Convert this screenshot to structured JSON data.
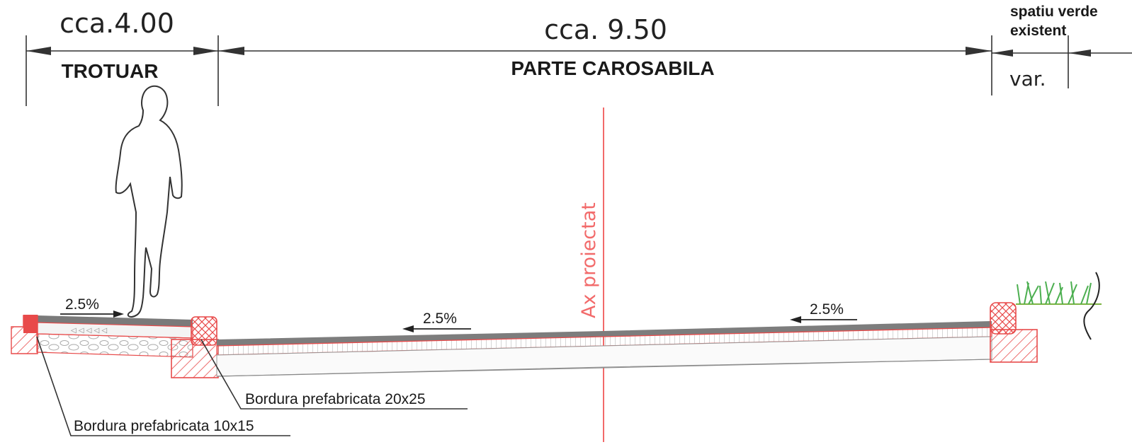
{
  "dimensions": {
    "sidewalk_width": "cca.4.00",
    "roadway_width": "cca. 9.50",
    "green_width": "var."
  },
  "labels": {
    "sidewalk": "TROTUAR",
    "roadway": "PARTE CAROSABILA",
    "green_line1": "spatiu verde",
    "green_line2": "existent",
    "axis": "Ax proiectat"
  },
  "slopes": {
    "sidewalk": "2.5%",
    "road_left": "2.5%",
    "road_right": "2.5%"
  },
  "callouts": {
    "curb_large": "Bordura prefabricata 20x25",
    "curb_small": "Bordura prefabricata 10x15"
  },
  "colors": {
    "line": "#333333",
    "accent_red": "#e84a4a",
    "asphalt": "#808080",
    "grass": "#4caf50"
  },
  "icons": [
    "person-silhouette-icon",
    "grass-icon"
  ]
}
